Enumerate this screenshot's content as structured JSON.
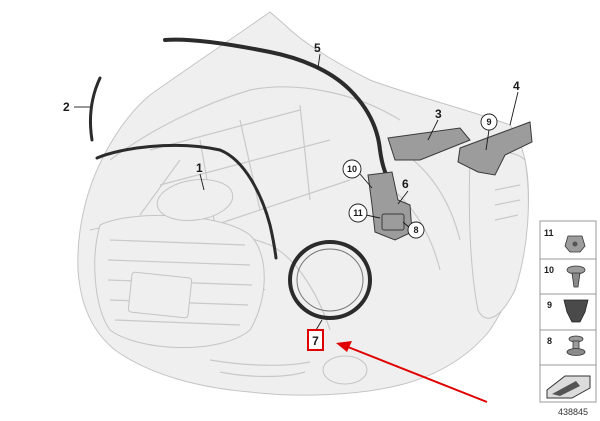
{
  "callouts": {
    "c1": "1",
    "c2": "2",
    "c3": "3",
    "c4": "4",
    "c5": "5",
    "c6": "6",
    "c7": "7",
    "c8": "8",
    "c9": "9",
    "c10": "10",
    "c11": "11"
  },
  "legend": {
    "items": [
      {
        "num": "11",
        "icon": "clip-nut-icon"
      },
      {
        "num": "10",
        "icon": "expanding-rivet-icon"
      },
      {
        "num": "9",
        "icon": "rubber-buffer-icon"
      },
      {
        "num": "8",
        "icon": "push-rivet-icon"
      }
    ],
    "bottom_icon": "bracket-arrow-icon"
  },
  "reference_number": "438845",
  "colors": {
    "highlight": "#e00000",
    "part": "#9c9c9c",
    "body": "#efefef"
  }
}
